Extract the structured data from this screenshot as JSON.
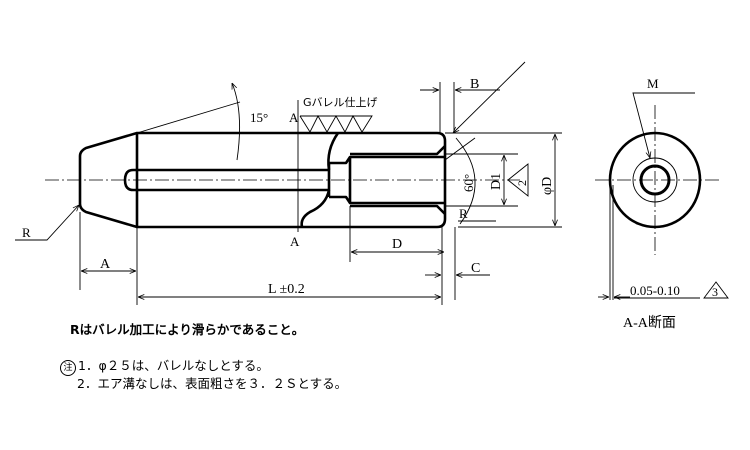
{
  "drawing": {
    "finish_label": "Gバレル仕上げ",
    "angle_taper": "15°",
    "angle_chamfer": "60°",
    "section_mark_top": "A",
    "section_mark_bottom": "A",
    "finish_section_mark": "A",
    "dim_a": "A",
    "dim_b": "B",
    "dim_c": "C",
    "dim_d": "D",
    "dim_l": "L  ±0.2",
    "dim_d1": "D1",
    "dim_phi_d": "φD",
    "dim_r_left": "R",
    "dim_r_right": "R",
    "roughness_grade_d1": "2",
    "side_view": {
      "thread_label": "M",
      "tolerance": "0.05-0.10",
      "roughness_grade": "3",
      "section_title": "A-A断面"
    }
  },
  "notes": {
    "main": "Rはバレル加工により滑らかであること。",
    "note_mark": "注",
    "items": [
      "1．φ２５は、バレルなしとする。",
      "2．エア溝なしは、表面粗さを３．２Ｓとする。"
    ]
  }
}
